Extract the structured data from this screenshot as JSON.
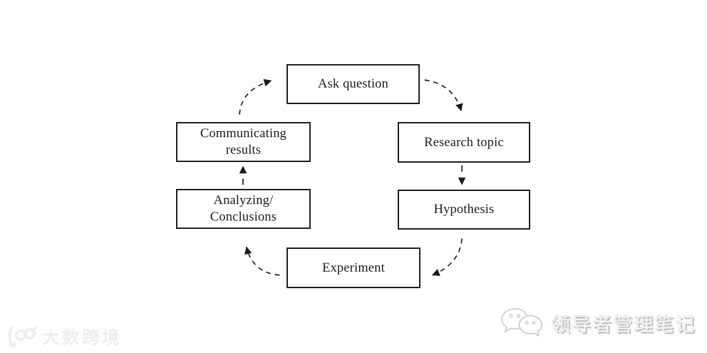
{
  "diagram": {
    "type": "cycle-flowchart",
    "nodes": {
      "ask_question": {
        "label": "Ask question"
      },
      "research_topic": {
        "label": "Research topic"
      },
      "hypothesis": {
        "label": "Hypothesis"
      },
      "experiment": {
        "label": "Experiment"
      },
      "analyzing": {
        "line1": "Analyzing/",
        "line2": "Conclusions"
      },
      "communicating": {
        "line1": "Communicating",
        "line2": "results"
      }
    },
    "edges": [
      {
        "from": "Ask question",
        "to": "Research topic",
        "style": "dashed-curved-arrow"
      },
      {
        "from": "Research topic",
        "to": "Hypothesis",
        "style": "dashed-straight-arrow"
      },
      {
        "from": "Hypothesis",
        "to": "Experiment",
        "style": "dashed-curved-arrow"
      },
      {
        "from": "Experiment",
        "to": "Analyzing/Conclusions",
        "style": "dashed-curved-arrow"
      },
      {
        "from": "Analyzing/Conclusions",
        "to": "Communicating results",
        "style": "dashed-straight-arrow"
      },
      {
        "from": "Communicating results",
        "to": "Ask question",
        "style": "dashed-curved-arrow"
      }
    ]
  },
  "watermarks": {
    "left": {
      "text": "大数跨境"
    },
    "right": {
      "text": "领导者管理笔记"
    }
  },
  "colors": {
    "background": "#ffffff",
    "ink": "#1b1b1b",
    "watermark_left": "#ededed",
    "watermark_right_shadow": "#b0b0b0"
  }
}
